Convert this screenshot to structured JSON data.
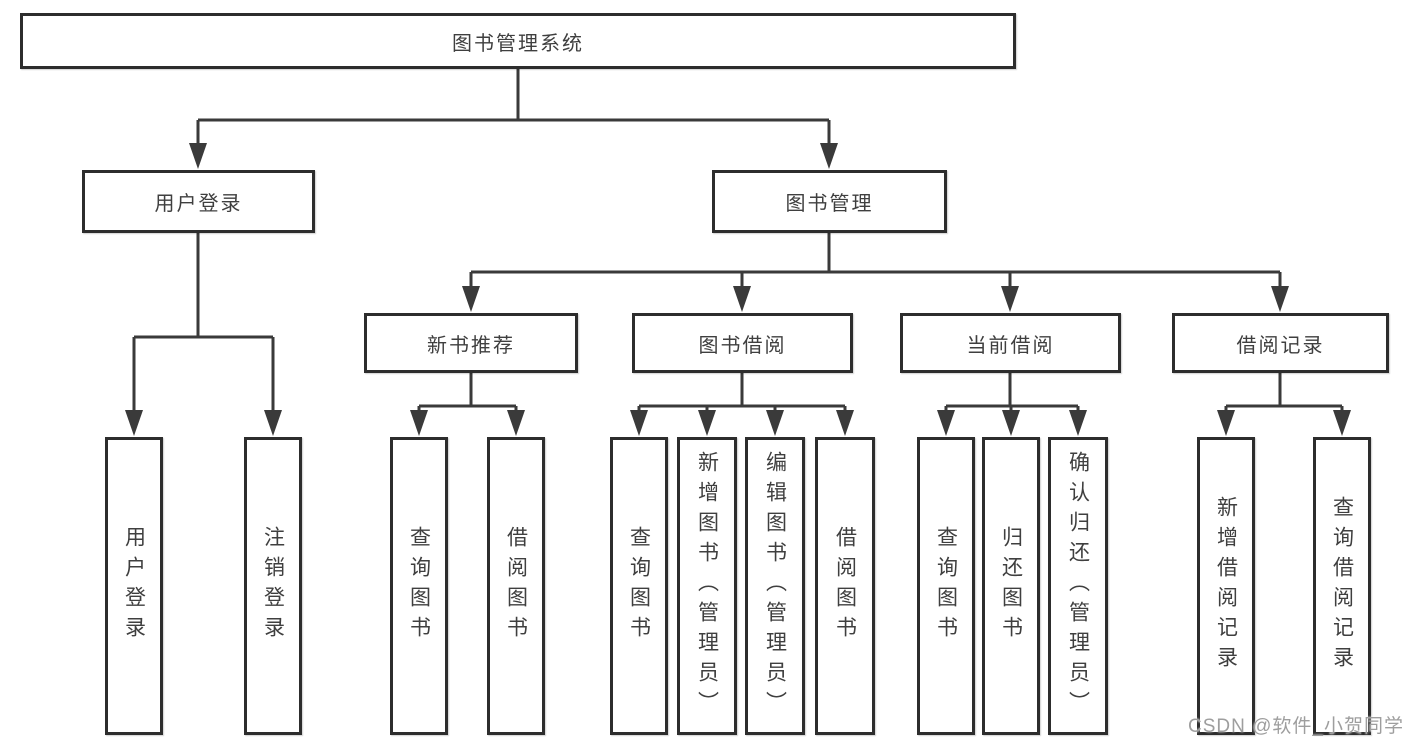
{
  "diagram": {
    "tree": {
      "root": "图书管理系统",
      "groups": [
        {
          "label": "用户登录",
          "children": [
            "用户登录",
            "注销登录"
          ]
        },
        {
          "label": "图书管理",
          "sections": [
            {
              "label": "新书推荐",
              "children": [
                "查询图书",
                "借阅图书"
              ]
            },
            {
              "label": "图书借阅",
              "children": [
                "查询图书",
                "新增图书（管理员）",
                "编辑图书（管理员）",
                "借阅图书"
              ]
            },
            {
              "label": "当前借阅",
              "children": [
                "查询图书",
                "归还图书",
                "确认归还（管理员）"
              ]
            },
            {
              "label": "借阅记录",
              "children": [
                "新增借阅记录",
                "查询借阅记录"
              ]
            }
          ]
        }
      ]
    },
    "watermark": "CSDN @软件_小贺同学",
    "colors": {
      "background": "#ffffff",
      "box_fill": "#ffffff",
      "box_border": "#2d2d2d",
      "connector_line": "#3a3a3a",
      "label_text": "#3f3f3f",
      "watermark_text": "#9e9e9e"
    }
  }
}
